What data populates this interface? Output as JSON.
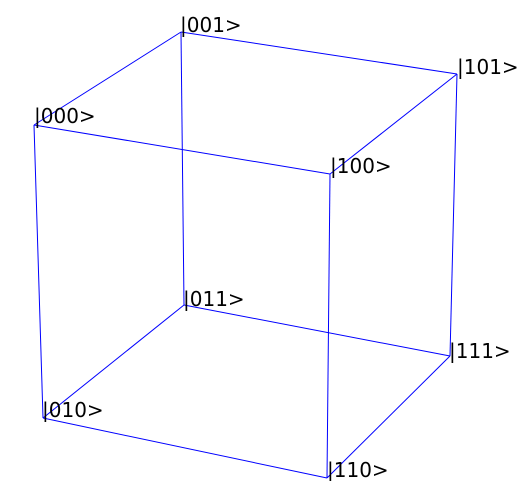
{
  "diagram": {
    "type": "cube",
    "edge_color": "#0000ff",
    "label_color": "#000000",
    "vertices": [
      {
        "id": "000",
        "label": "|000>"
      },
      {
        "id": "001",
        "label": "|001>"
      },
      {
        "id": "101",
        "label": "|101>"
      },
      {
        "id": "100",
        "label": "|100>"
      },
      {
        "id": "011",
        "label": "|011>"
      },
      {
        "id": "111",
        "label": "|111>"
      },
      {
        "id": "010",
        "label": "|010>"
      },
      {
        "id": "110",
        "label": "|110>"
      }
    ],
    "edges": [
      [
        "000",
        "001"
      ],
      [
        "001",
        "101"
      ],
      [
        "101",
        "100"
      ],
      [
        "100",
        "000"
      ],
      [
        "000",
        "010"
      ],
      [
        "001",
        "011"
      ],
      [
        "101",
        "111"
      ],
      [
        "100",
        "110"
      ],
      [
        "010",
        "011"
      ],
      [
        "011",
        "111"
      ],
      [
        "111",
        "110"
      ],
      [
        "110",
        "010"
      ]
    ]
  }
}
